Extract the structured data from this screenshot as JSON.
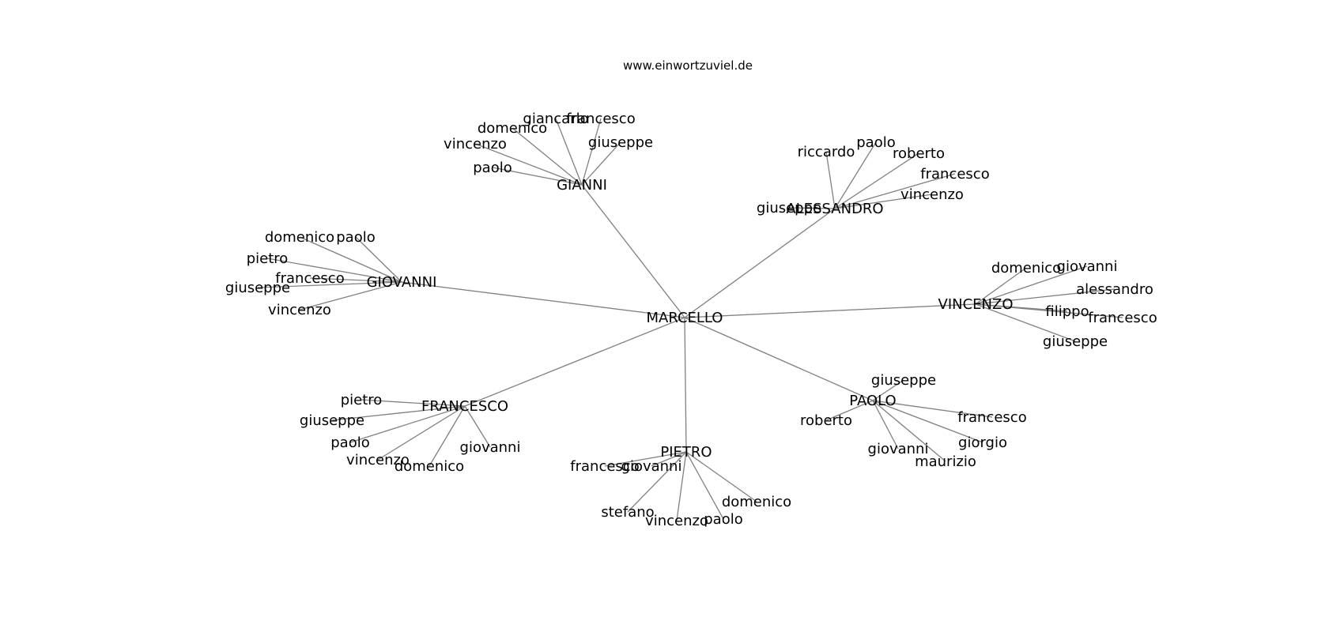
{
  "title": "www.einwortzuviel.de",
  "colors": {
    "edge": "#808080",
    "text": "#000000",
    "background": "#ffffff"
  },
  "graph": {
    "root": "MARCELLO",
    "hubs": [
      {
        "label": "GIANNI",
        "children": [
          "giancarlo",
          "francesco",
          "domenico",
          "vincenzo",
          "giuseppe",
          "paolo"
        ]
      },
      {
        "label": "ALESSANDRO",
        "children": [
          "riccardo",
          "paolo",
          "roberto",
          "francesco",
          "vincenzo",
          "giuseppe"
        ]
      },
      {
        "label": "GIOVANNI",
        "children": [
          "domenico",
          "paolo",
          "pietro",
          "francesco",
          "giuseppe",
          "vincenzo"
        ]
      },
      {
        "label": "VINCENZO",
        "children": [
          "domenico",
          "giovanni",
          "alessandro",
          "filippo",
          "francesco",
          "giuseppe"
        ]
      },
      {
        "label": "FRANCESCO",
        "children": [
          "pietro",
          "giuseppe",
          "paolo",
          "vincenzo",
          "domenico",
          "giovanni"
        ]
      },
      {
        "label": "PAOLO",
        "children": [
          "giuseppe",
          "roberto",
          "francesco",
          "giorgio",
          "giovanni",
          "maurizio"
        ]
      },
      {
        "label": "PIETRO",
        "children": [
          "francesco",
          "giovanni",
          "domenico",
          "stefano",
          "vincenzo",
          "paolo"
        ]
      }
    ]
  }
}
